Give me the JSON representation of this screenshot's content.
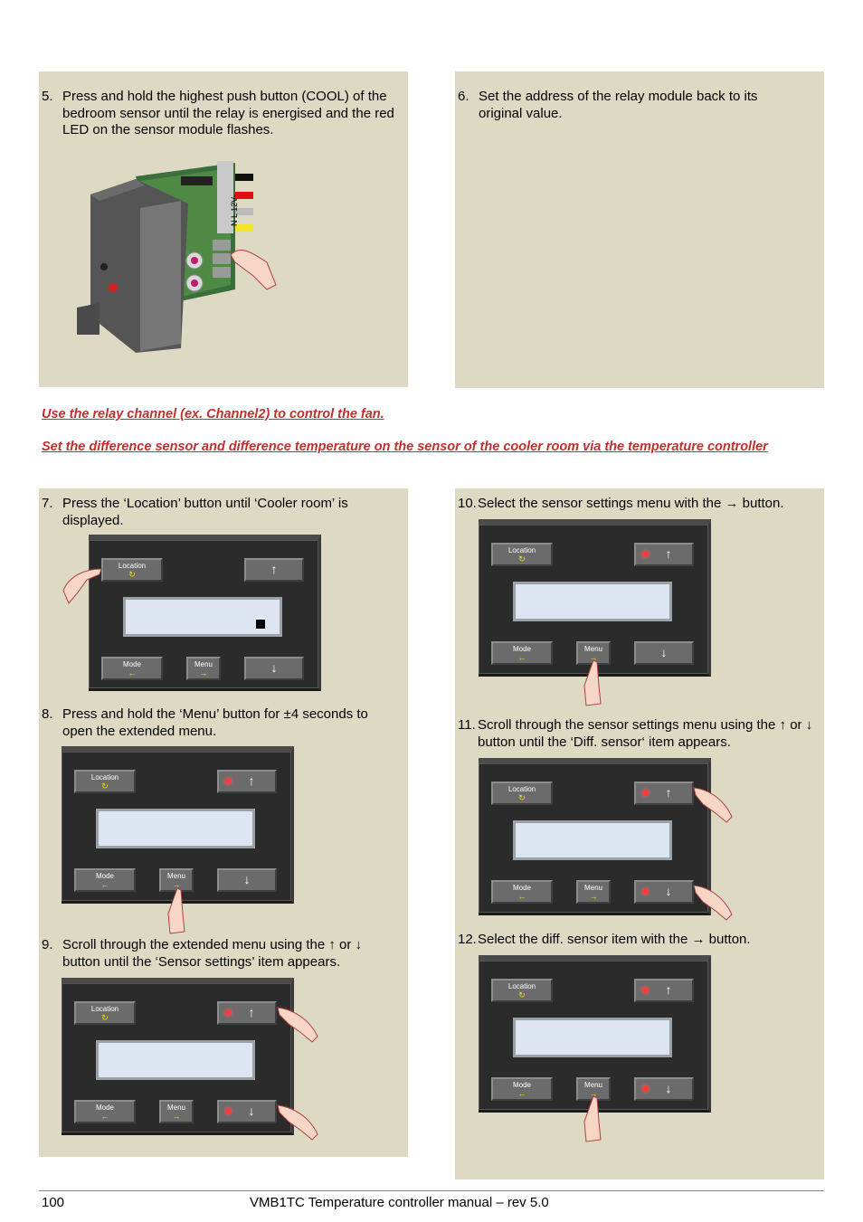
{
  "steps": {
    "s5": {
      "num": "5.",
      "text": "Press and hold the highest push button (COOL) of the bedroom sensor until the relay is energised and the red LED on the sensor module flashes."
    },
    "s6": {
      "num": "6.",
      "text": "Set the address of the relay module back to its original value."
    },
    "s7": {
      "num": "7.",
      "text": "Press the ‘Location’ button until ‘Cooler room’ is displayed."
    },
    "s8": {
      "num": "8.",
      "text": "Press and hold the ‘Menu’ button for ±4 seconds to open the extended menu."
    },
    "s9": {
      "num": "9.",
      "text": "Scroll through the extended menu using the ↑ or ↓ button until the ‘Sensor settings’ item appears."
    },
    "s10": {
      "num": "10.",
      "text": "Select the sensor settings menu with the → button."
    },
    "s11": {
      "num": "11.",
      "text": "Scroll through the sensor settings menu using the ↑ or ↓ button until the ‘Diff. sensor‘ item appears."
    },
    "s12": {
      "num": "12.",
      "text": "Select the diff. sensor item with the → button."
    }
  },
  "headings": {
    "h1": "Use the relay channel (ex. Channel2) to control the fan.",
    "h2": "Set the difference sensor and difference temperature on the sensor of the cooler room via the temperature controller"
  },
  "panel_labels": {
    "location": "Location",
    "mode": "Mode",
    "menu": "Menu",
    "location_icon": "↻",
    "mode_icon": "←",
    "menu_icon": "→",
    "up": "↑",
    "down": "↓"
  },
  "module_terminal_label": "N L 12V-",
  "footer": {
    "page": "100",
    "title": "VMB1TC Temperature controller manual – rev 5.0"
  },
  "colors": {
    "box_bg": "#ddd9c3",
    "heading": "#c0302e",
    "led": "#ff3a3a",
    "button_icon": "#f1e200"
  }
}
